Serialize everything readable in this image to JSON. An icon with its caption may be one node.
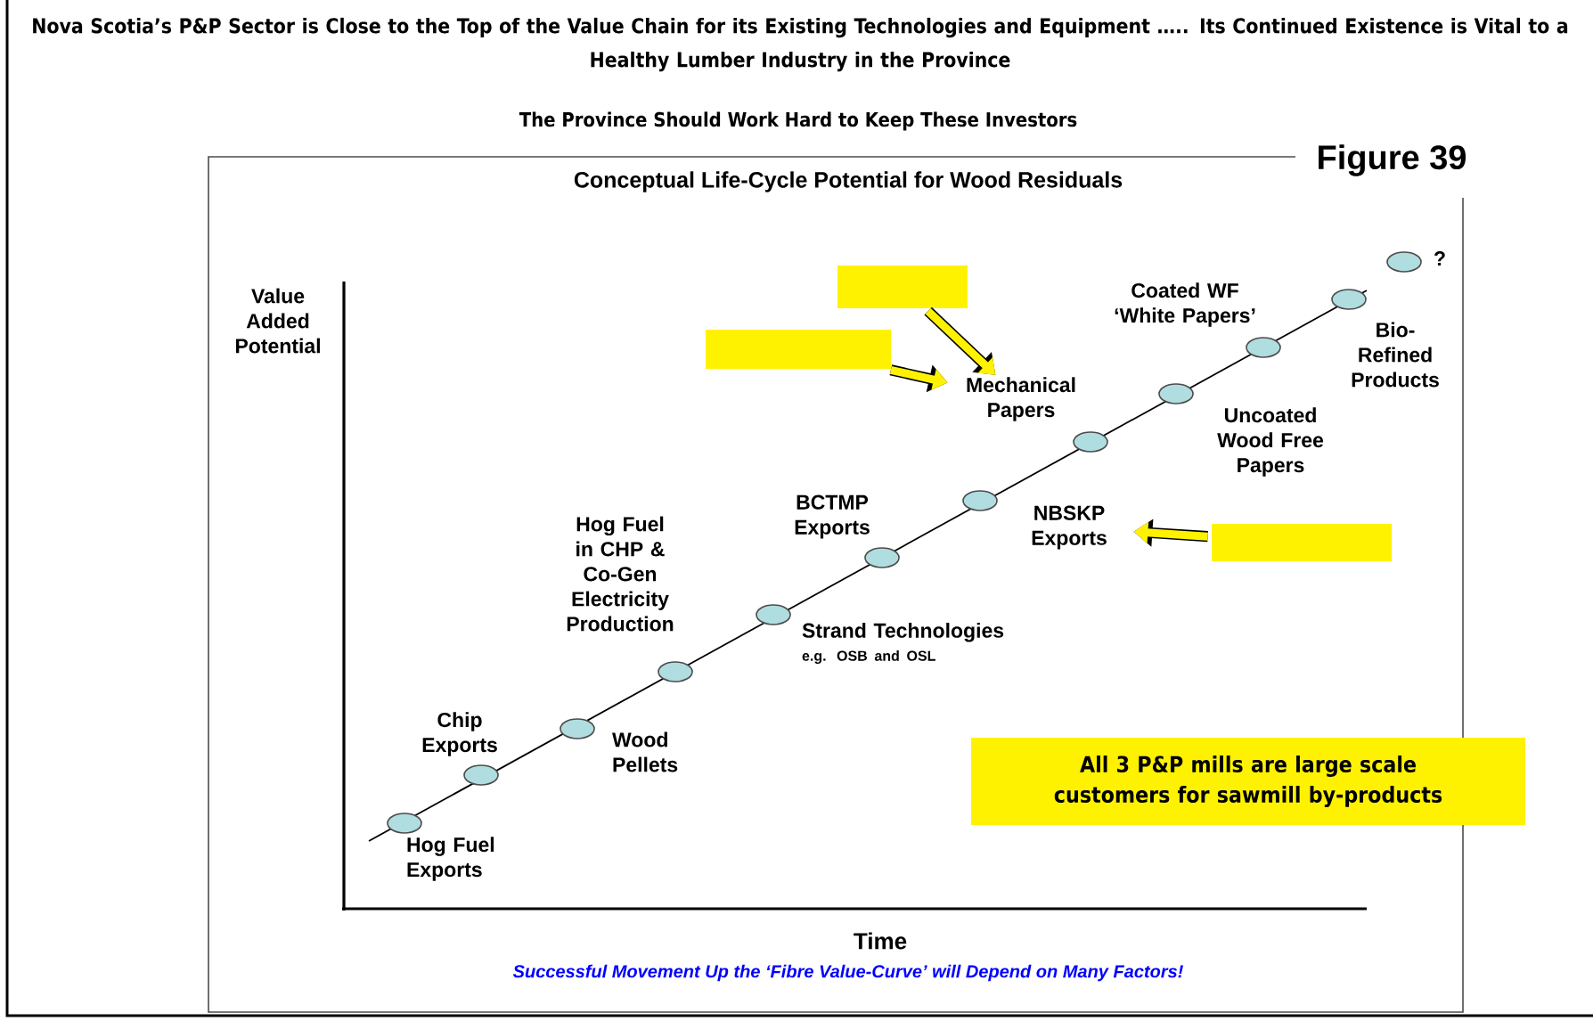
{
  "diagram": {
    "title": "Nova Scotia’s P&P Sector is Close to the Top of the Value Chain for its Existing Technologies and Equipment ….. Its Continued Existence is Vital to a Healthy Lumber Industry in the Province",
    "caption": "Successful Movement Up the ‘Fibre Value-Curve’ will Depend on Many Factors!",
    "nodes": [
      {
        "text": [
          "Conceptual Life-Cycle Potential for Wood Residuals"
        ]
      },
      {
        "text": [],
        "shape": "circle",
        "in": 0
      },
      {
        "text": [],
        "shape": "circle",
        "in": 0
      },
      {
        "text": [],
        "shape": "circle",
        "in": 0
      },
      {
        "text": [],
        "shape": "circle",
        "in": 0
      },
      {
        "text": [],
        "shape": "circle",
        "in": 0
      },
      {
        "text": [],
        "shape": "circle",
        "in": 0
      },
      {
        "text": [],
        "shape": "circle",
        "in": 0
      },
      {
        "text": [],
        "shape": "circle",
        "in": 0
      },
      {
        "text": [],
        "shape": "circle",
        "in": 0
      },
      {
        "text": [],
        "shape": "circle",
        "in": 0
      },
      {
        "text": [],
        "shape": "circle",
        "in": 0
      },
      {
        "text": [],
        "shape": "circle",
        "in": 0
      },
      {
        "text": [
          "Hog Fuel Exports"
        ],
        "in": 0
      },
      {
        "text": [
          "Chip Exports"
        ],
        "in": 0
      },
      {
        "text": [
          "Wood Pellets"
        ],
        "in": 0
      },
      {
        "text": [
          "Hog Fuel in CHP & Co-Gen Electricity Production"
        ],
        "in": 0
      },
      {
        "text": [
          "Strand Technologies",
          "e.g. OSB and OSL"
        ],
        "in": 0
      },
      {
        "text": [
          "BCTMP Exports"
        ],
        "in": 0
      },
      {
        "text": [
          "NBSKP Exports"
        ],
        "in": 0
      },
      {
        "text": [
          "Mechanical Papers"
        ],
        "in": 0
      },
      {
        "text": [
          "Uncoated Wood Free Papers"
        ],
        "in": 0
      },
      {
        "text": [
          "Coated WF ‘White Papers’"
        ],
        "in": 0
      },
      {
        "text": [
          "Bio-Refined Products"
        ],
        "in": 0
      },
      {
        "text": [
          "?"
        ],
        "in": 0
      },
      {
        "text": [],
        "shape": "box",
        "in": 0
      },
      {
        "text": [],
        "shape": "box",
        "in": 0
      },
      {
        "text": [],
        "shape": "box",
        "in": 0
      },
      {
        "text": [
          "All 3 P&P mills are large scale customers for sawmill by-products"
        ]
      }
    ],
    "edges": [
      {
        "from": 25,
        "to": 20,
        "arrow": "to"
      },
      {
        "from": 26,
        "to": 20,
        "arrow": "to"
      },
      {
        "from": 27,
        "to": 19,
        "arrow": "to"
      }
    ],
    "labels": [
      "The Province Should Work Hard to Keep These Investors",
      "Figure 39",
      "Value Added Potential",
      "Time"
    ]
  }
}
